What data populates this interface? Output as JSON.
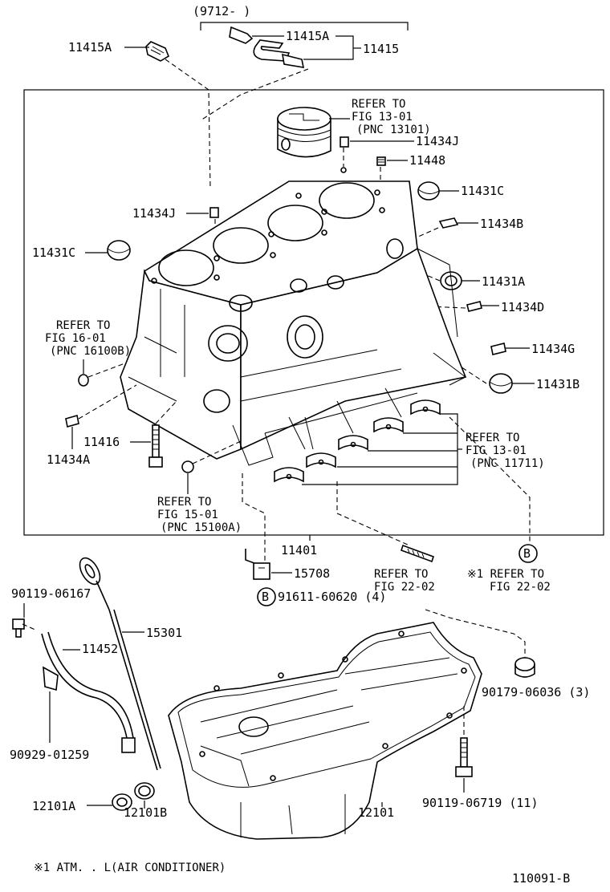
{
  "header": {
    "date_range": "(9712-       )"
  },
  "labels": {
    "p11415A_left": "11415A",
    "p11415A_right": "11415A",
    "p11415": "11415",
    "refer_piston_1": "REFER TO",
    "refer_piston_2": "FIG 13-01",
    "refer_piston_3": "(PNC 13101)",
    "p11434J_top": "11434J",
    "p11448": "11448",
    "p11431C_right": "11431C",
    "p11434J_left": "11434J",
    "p11434B": "11434B",
    "p11431C_left": "11431C",
    "p11431A": "11431A",
    "p11434D": "11434D",
    "refer_16_1": "REFER TO",
    "refer_16_2": "FIG 16-01",
    "refer_16_3": "(PNC 16100B)",
    "p11434G": "11434G",
    "p11431B": "11431B",
    "refer_bearing_1": "REFER TO",
    "refer_bearing_2": "FIG 13-01",
    "refer_bearing_3": "(PNC 11711)",
    "p11416": "11416",
    "p11434A": "11434A",
    "refer_15_1": "REFER TO",
    "refer_15_2": "FIG 15-01",
    "refer_15_3": "(PNC 15100A)",
    "p11401": "11401",
    "p15708": "15708",
    "refer_22a_1": "REFER TO",
    "refer_22a_2": "FIG 22-02",
    "note_b_1": "※1 REFER TO",
    "note_b_2": "FIG 22-02",
    "p90119_06167": "90119-06167",
    "p91611_60620": "91611-60620 (4)",
    "p15301": "15301",
    "p11452": "11452",
    "p90179_06036": "90179-06036 (3)",
    "p90929_01259": "90929-01259",
    "p90119_06719": "90119-06719 (11)",
    "p12101A": "12101A",
    "p12101B": "12101B",
    "p12101": "12101",
    "footnote": "※1 ATM. . L(AIR CONDITIONER)",
    "diagram_code": "110091-B",
    "circle_b": "B"
  }
}
